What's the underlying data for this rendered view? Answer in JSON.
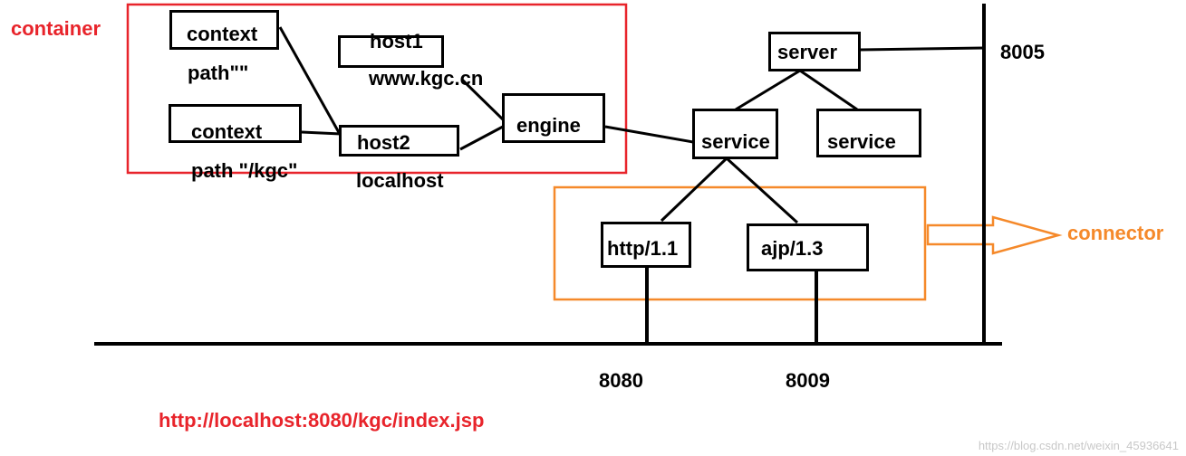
{
  "labels": {
    "container": "container",
    "connector": "connector",
    "url": "http://localhost:8080/kgc/index.jsp",
    "port_shutdown": "8005",
    "port_http": "8080",
    "port_ajp": "8009",
    "context1_path": "path\"\"",
    "context2_path": "path \"/kgc\"",
    "host1_domain": "www.kgc.cn",
    "host2_domain": "localhost",
    "watermark": "https://blog.csdn.net/weixin_45936641"
  },
  "nodes": {
    "context1": "context",
    "context2": "context",
    "host1": "host1",
    "host2": "host2",
    "engine": "engine",
    "server": "server",
    "service1": "service",
    "service2": "service",
    "http": "http/1.1",
    "ajp": "ajp/1.3"
  },
  "colors": {
    "container": "#e8242b",
    "connector": "#f5892a",
    "lines": "#000000"
  }
}
